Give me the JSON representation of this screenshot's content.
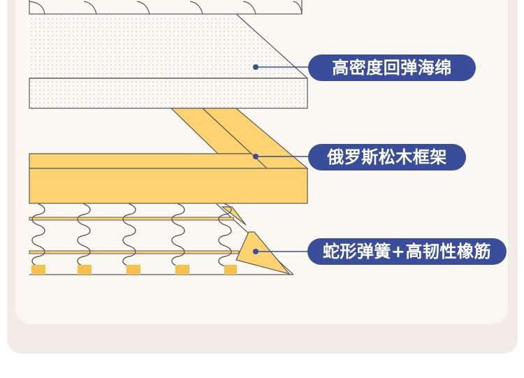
{
  "layers": {
    "foam": {
      "label": "高密度回弹海绵"
    },
    "frame": {
      "label": "俄罗斯松木框架"
    },
    "spring": {
      "label": "蛇形弹簧+高韧性橡筋"
    }
  },
  "colors": {
    "outer_bg": "#f3ebe5",
    "inner_bg": "#fbf7f3",
    "pill": "#3a4d9b",
    "pill_text": "#ffffff",
    "wood": "#fdd270",
    "wood_accent": "#f8c04e",
    "outline": "#5a5a5a",
    "dot": "#c9c9c9"
  }
}
